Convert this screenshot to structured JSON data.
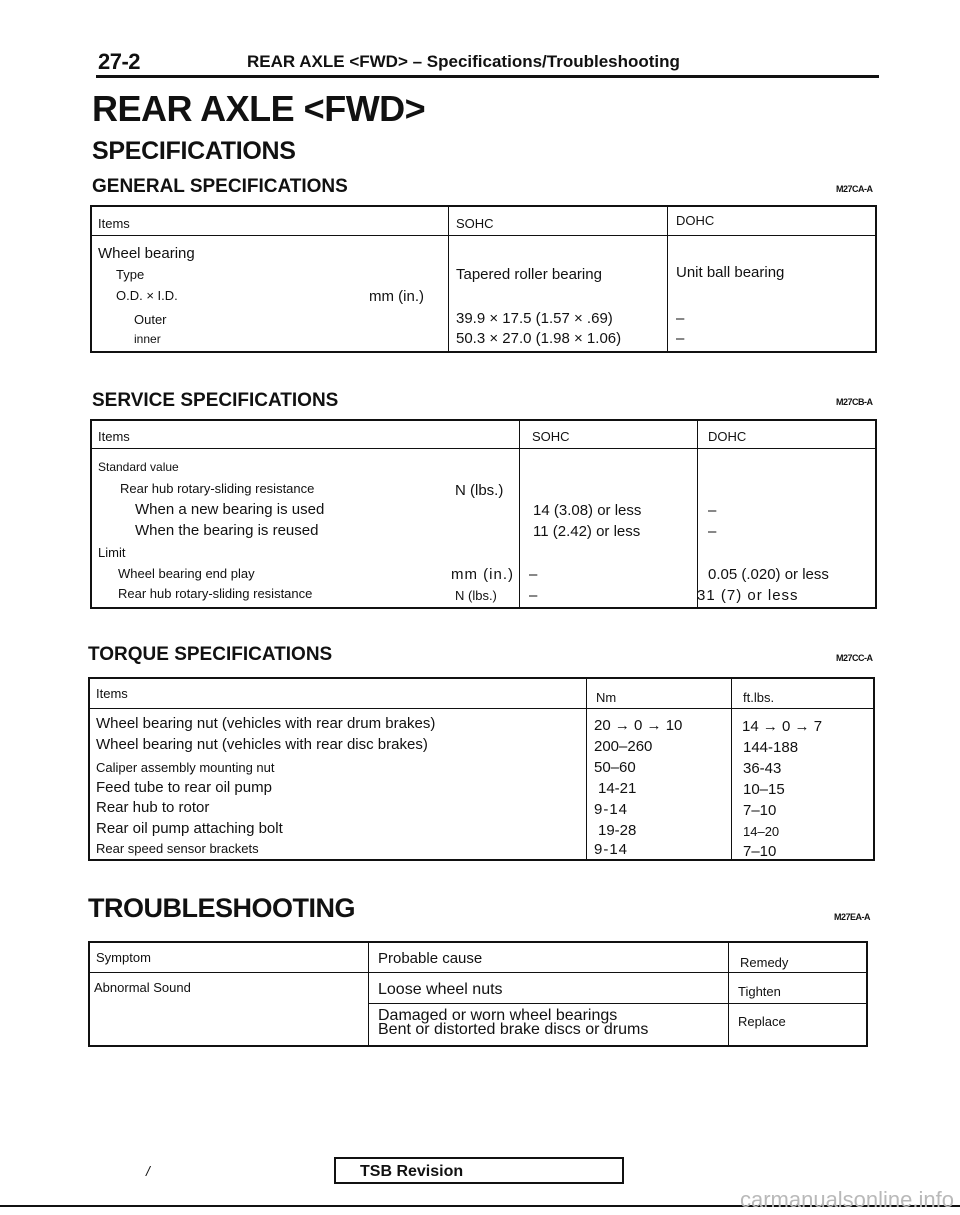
{
  "header": {
    "page_number": "27-2",
    "running_title": "REAR AXLE <FWD> – Specifications/Troubleshooting"
  },
  "title": "REAR AXLE <FWD>",
  "specifications_heading": "SPECIFICATIONS",
  "general": {
    "heading": "GENERAL SPECIFICATIONS",
    "code": "M27CA-A",
    "col_items": "Items",
    "col_sohc": "SOHC",
    "col_dohc": "DOHC",
    "rows": {
      "wheel_bearing": "Wheel bearing",
      "type": "Type",
      "type_sohc": "Tapered roller bearing",
      "type_dohc": "Unit ball bearing",
      "od_id": "O.D. × I.D.",
      "od_id_unit": "mm (in.)",
      "outer": "Outer",
      "outer_sohc": "39.9 × 17.5 (1.57 × .69)",
      "outer_dohc": "–",
      "inner": "inner",
      "inner_sohc": "50.3 × 27.0 (1.98 × 1.06)",
      "inner_dohc": "–"
    }
  },
  "service": {
    "heading": "SERVICE SPECIFICATIONS",
    "code": "M27CB-A",
    "col_items": "Items",
    "col_sohc": "SOHC",
    "col_dohc": "DOHC",
    "rows": {
      "standard_value": "Standard value",
      "rear_hub_resistance": "Rear hub rotary-sliding resistance",
      "rear_hub_resistance_unit": "N (lbs.)",
      "new_bearing": "When a new bearing is used",
      "new_bearing_sohc": "14 (3.08) or less",
      "new_bearing_dohc": "–",
      "reused_bearing": "When the bearing is reused",
      "reused_bearing_sohc": "11 (2.42) or less",
      "reused_bearing_dohc": "–",
      "limit": "Limit",
      "end_play": "Wheel bearing end play",
      "end_play_unit": "mm (in.)",
      "end_play_sohc": "–",
      "end_play_dohc": "0.05 (.020) or less",
      "limit_resistance": "Rear hub rotary-sliding resistance",
      "limit_resistance_unit": "N (lbs.)",
      "limit_resistance_sohc": "–",
      "limit_resistance_dohc": "31 (7) or less"
    }
  },
  "torque": {
    "heading": "TORQUE SPECIFICATIONS",
    "code": "M27CC-A",
    "col_items": "Items",
    "col_nm": "Nm",
    "col_ftlbs": "ft.lbs.",
    "rows": [
      {
        "item": "Wheel bearing nut (vehicles with rear drum brakes)",
        "nm": "20 → 0 → 10",
        "ftlbs": "14 → 0 → 7"
      },
      {
        "item": "Wheel bearing nut (vehicles with rear disc brakes)",
        "nm": "200–260",
        "ftlbs": "144-188"
      },
      {
        "item": "Caliper assembly mounting nut",
        "nm": "50–60",
        "ftlbs": "36-43"
      },
      {
        "item": "Feed tube to rear oil pump",
        "nm": "14-21",
        "ftlbs": "10–15"
      },
      {
        "item": "Rear hub to rotor",
        "nm": "9-14",
        "ftlbs": "7–10"
      },
      {
        "item": "Rear oil pump attaching bolt",
        "nm": "19-28",
        "ftlbs": "14–20"
      },
      {
        "item": "Rear speed sensor brackets",
        "nm": "9-14",
        "ftlbs": "7–10"
      }
    ]
  },
  "troubleshooting": {
    "heading": "TROUBLESHOOTING",
    "code": "M27EA-A",
    "col_symptom": "Symptom",
    "col_cause": "Probable cause",
    "col_remedy": "Remedy",
    "symptom": "Abnormal Sound",
    "cause_1": "Loose wheel nuts",
    "remedy_1": "Tighten",
    "cause_2a": "Damaged or worn wheel bearings",
    "cause_2b": "Bent or distorted brake discs or drums",
    "remedy_2": "Replace"
  },
  "footer": {
    "tsb": "TSB Revision",
    "watermark": "carmanualsonline.info"
  }
}
